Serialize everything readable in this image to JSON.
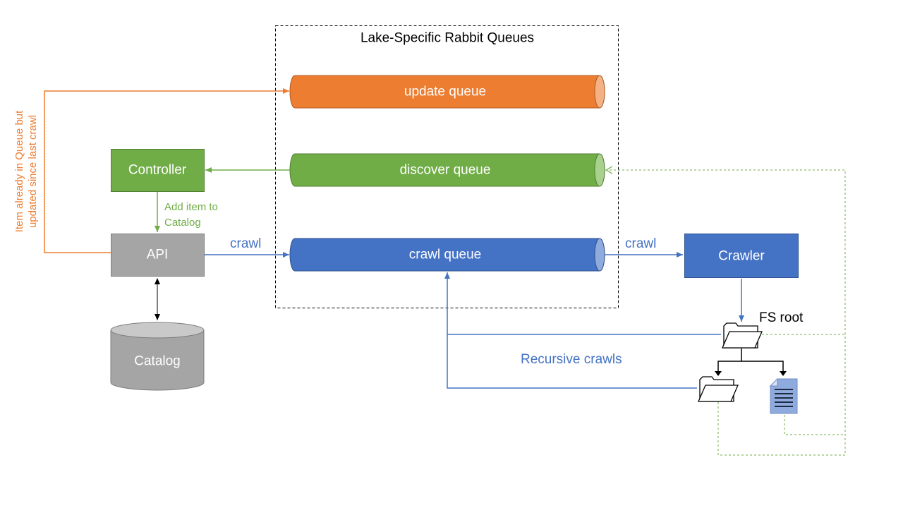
{
  "title": "Lake-Specific Rabbit Queues",
  "queues": {
    "update": "update queue",
    "discover": "discover queue",
    "crawl": "crawl queue"
  },
  "nodes": {
    "controller": "Controller",
    "api": "API",
    "catalog": "Catalog",
    "crawler": "Crawler"
  },
  "edges": {
    "add_item_line1": "Add item to",
    "add_item_line2": "Catalog",
    "crawl_left": "crawl",
    "crawl_right": "crawl",
    "recursive": "Recursive crawls",
    "fs_root": "FS root",
    "vertical_line1": "Item already in Queue but",
    "vertical_line2": "updated since last crawl"
  },
  "colors": {
    "orange": "#ED7D31",
    "orange_dark": "#AE5A21",
    "green": "#70AD47",
    "green_dark": "#507E32",
    "blue": "#4472C4",
    "blue_dark": "#2F528F",
    "gray": "#A5A5A5",
    "gray_dark": "#7C7C7C"
  },
  "icons": [
    "folder-icon",
    "document-icon"
  ]
}
